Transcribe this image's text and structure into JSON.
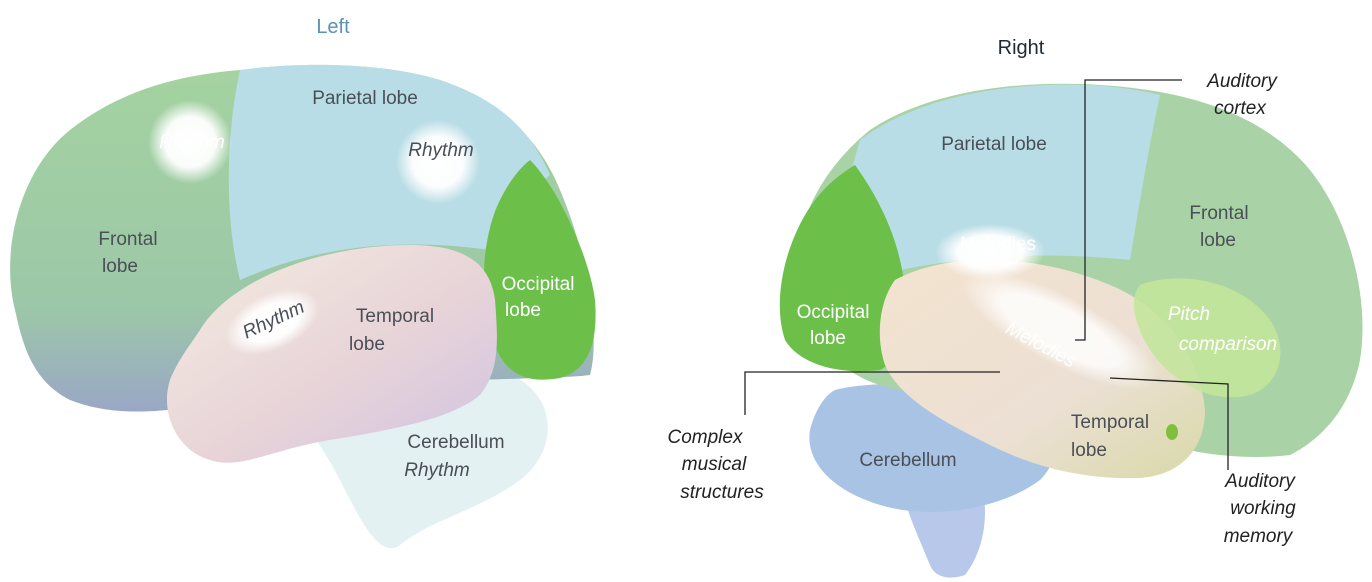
{
  "left_hemisphere": {
    "title": "Left",
    "regions": {
      "parietal": "Parietal lobe",
      "frontal_1": "Frontal",
      "frontal_2": "lobe",
      "temporal_1": "Temporal",
      "temporal_2": "lobe",
      "occipital_1": "Occipital",
      "occipital_2": "lobe",
      "cerebellum": "Cerebellum"
    },
    "functions": {
      "rhythm_frontal": "Rhythm",
      "rhythm_parietal": "Rhythm",
      "rhythm_temporal": "Rhythm",
      "rhythm_cerebellum": "Rhythm"
    }
  },
  "right_hemisphere": {
    "title": "Right",
    "regions": {
      "parietal": "Parietal lobe",
      "frontal_1": "Frontal",
      "frontal_2": "lobe",
      "occipital_1": "Occipital",
      "occipital_2": "lobe",
      "temporal_1": "Temporal",
      "temporal_2": "lobe",
      "cerebellum": "Cerebellum"
    },
    "functions": {
      "melodies_1": "Melodies",
      "melodies_2": "Melodies",
      "pitch_1": "Pitch",
      "pitch_2": "comparison"
    },
    "callouts": {
      "auditory_cortex_1": "Auditory",
      "auditory_cortex_2": "cortex",
      "complex_1": "Complex",
      "complex_2": "musical",
      "complex_3": "structures",
      "working_memory_1": "Auditory",
      "working_memory_2": "working",
      "working_memory_3": "memory"
    }
  },
  "colors": {
    "parietal": "#b9dde6",
    "frontal": "#a9d3a6",
    "temporal": "#f1e4d6",
    "occipital": "#6cc04a",
    "cerebellum_left": "#e4f1f3",
    "cerebellum_right": "#a9c3e4",
    "brainstem": "#b7c8ea",
    "title": "#5a93b3"
  }
}
